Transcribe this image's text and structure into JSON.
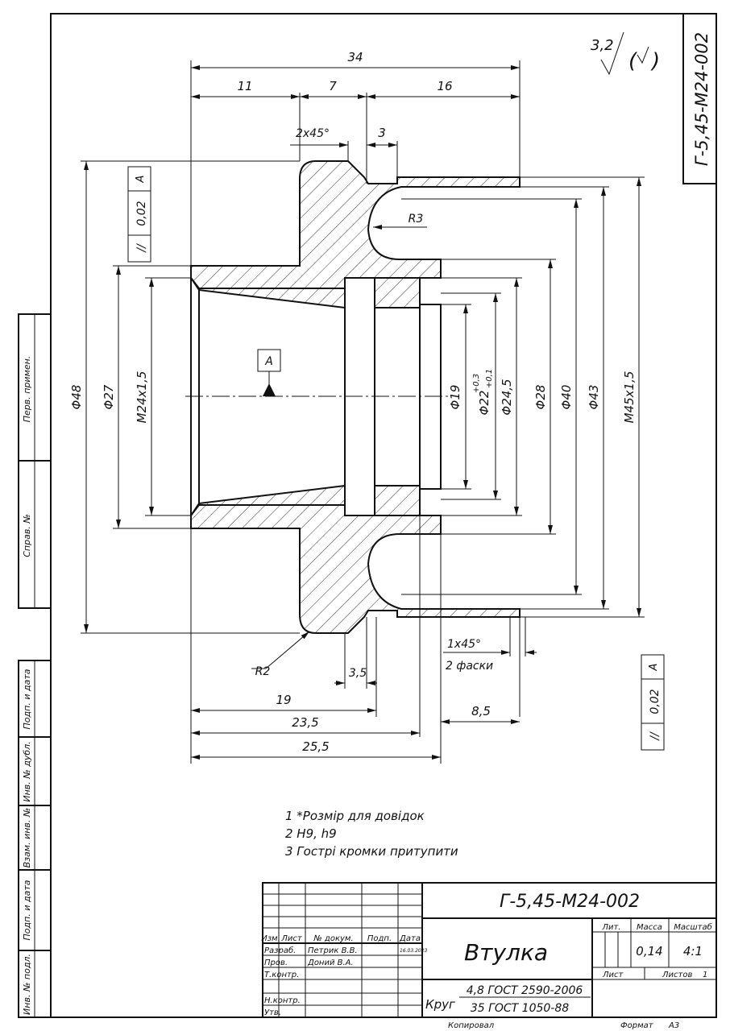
{
  "drawing": {
    "code": "Г-5,45-М24-002",
    "roughness": "3,2",
    "datum": "A",
    "tolerance_value": "0,02",
    "tolerance_datum": "A",
    "dims": {
      "d34": "34",
      "d11": "11",
      "d7": "7",
      "d16": "16",
      "chamfer_top": "2x45°",
      "d3": "3",
      "r3": "R3",
      "phi48": "Φ48",
      "phi27": "Φ27",
      "m24": "M24x1,5",
      "phi19": "Φ19",
      "phi22": "Φ22",
      "phi22_tol_up": "+0,3",
      "phi22_tol_low": "+0,1",
      "phi245": "Φ24,5",
      "phi28": "Φ28",
      "phi40": "Φ40",
      "phi43": "Φ43",
      "m45": "M45x1,5",
      "r2": "R2",
      "d35": "3,5",
      "d19": "19",
      "d235": "23,5",
      "d255": "25,5",
      "d85": "8,5",
      "chamfer_bot": "1x45°",
      "chamfer_note": "2 фаски"
    },
    "notes": [
      "1  *Розмір для довідок",
      "2  H9, h9",
      "3  Гострі кромки притупити"
    ]
  },
  "side_labels": [
    "Перв. примен.",
    "Справ. №",
    "Подп. и дата",
    "Инв. № дубл.",
    "Взам. инв. №",
    "Подп. и дата",
    "Инв. № подл."
  ],
  "title_block": {
    "code": "Г-5,45-М24-002",
    "name": "Втулка",
    "header": [
      "Изм.",
      "Лист",
      "№ докум.",
      "Подп.",
      "Дата"
    ],
    "roles": [
      {
        "role": "Разраб.",
        "name": "Петрик В.В.",
        "date": "16.03.2023"
      },
      {
        "role": "Пров.",
        "name": "Доний В.А.",
        "date": ""
      },
      {
        "role": "Т.контр.",
        "name": "",
        "date": ""
      },
      {
        "role": "",
        "name": "",
        "date": ""
      },
      {
        "role": "Н.контр.",
        "name": "",
        "date": ""
      },
      {
        "role": "Утв.",
        "name": "",
        "date": ""
      }
    ],
    "lit_label": "Лит.",
    "mass_label": "Масса",
    "scale_label": "Масштаб",
    "mass": "0,14",
    "scale": "4:1",
    "sheet_label": "Лист",
    "sheets_label": "Листов",
    "sheets": "1",
    "material_prefix": "Круг",
    "material_top": "4,8 ГОСТ 2590-2006",
    "material_bottom": "35 ГОСТ 1050-88",
    "copied": "Копировал",
    "format_label": "Формат",
    "format": "А3"
  }
}
